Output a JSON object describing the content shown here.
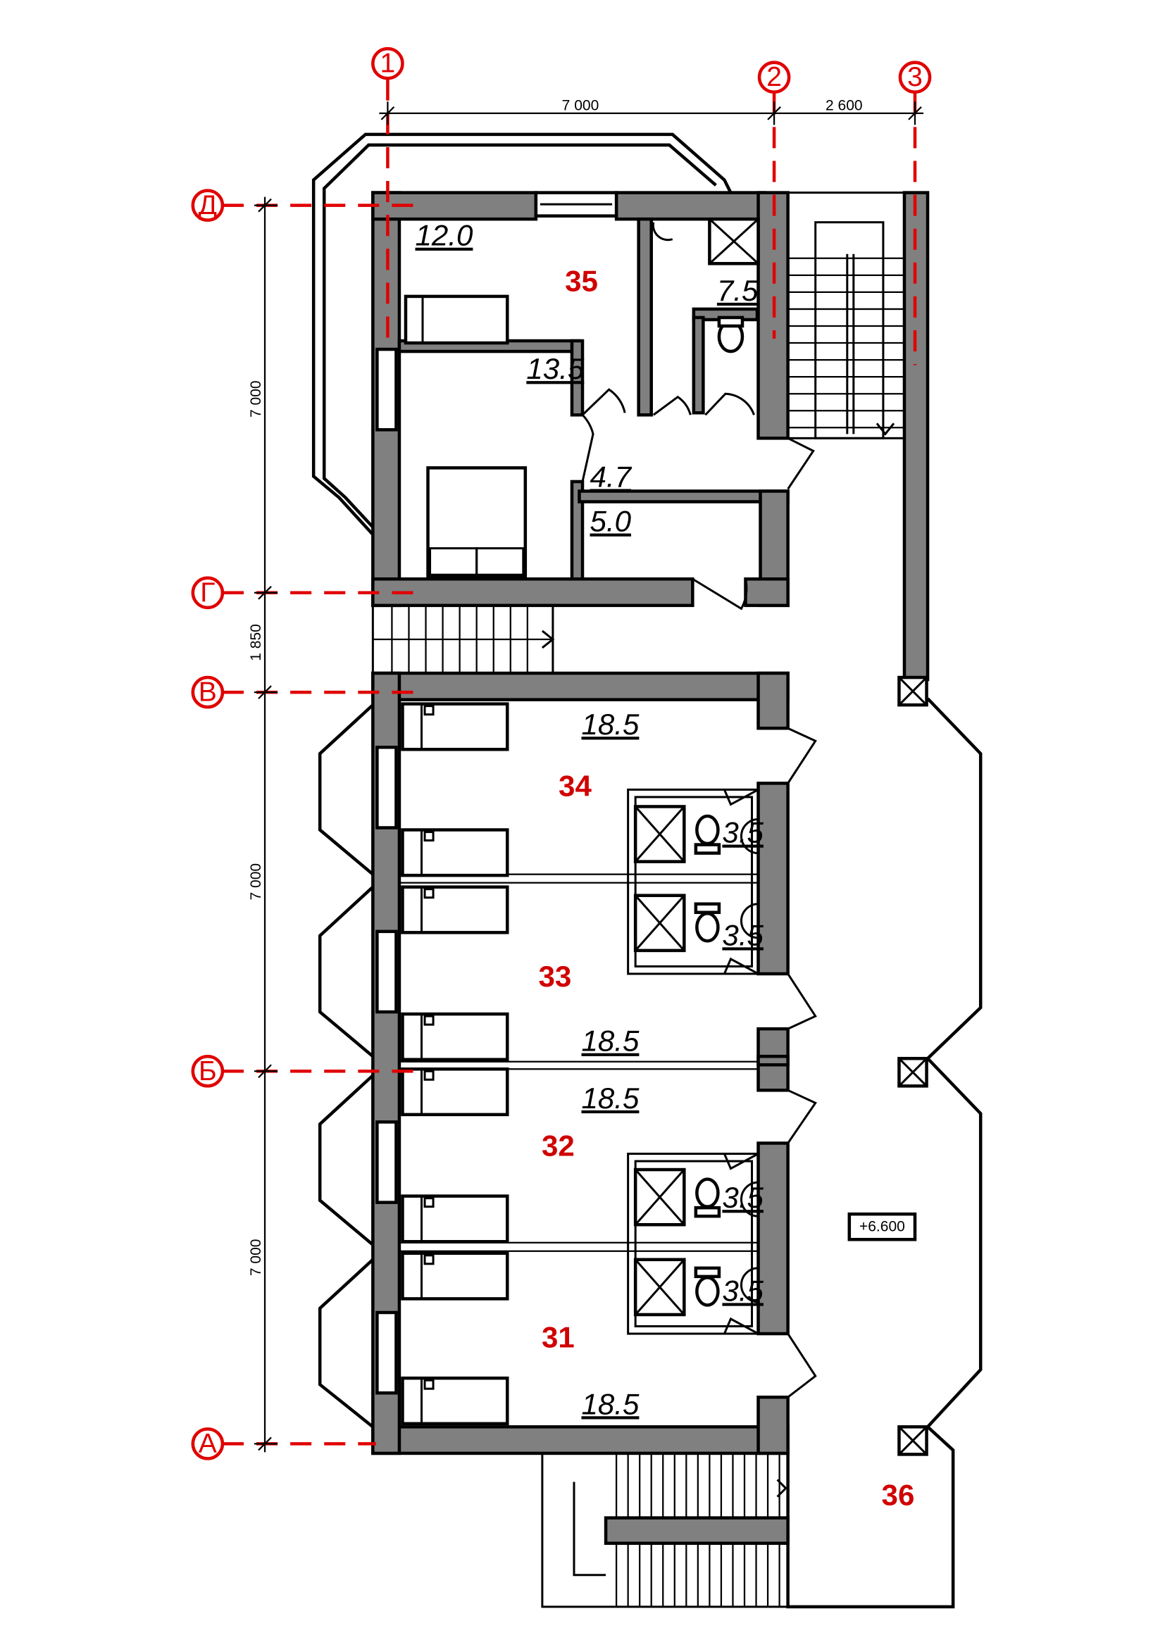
{
  "axes": {
    "vertical": [
      {
        "id": "ax-1",
        "label": "1"
      },
      {
        "id": "ax-2",
        "label": "2"
      },
      {
        "id": "ax-3",
        "label": "3"
      }
    ],
    "horizontal": [
      {
        "id": "ax-d",
        "label": "Д"
      },
      {
        "id": "ax-g",
        "label": "Г"
      },
      {
        "id": "ax-v",
        "label": "В"
      },
      {
        "id": "ax-b",
        "label": "Б"
      },
      {
        "id": "ax-a",
        "label": "А"
      }
    ]
  },
  "dimensions": {
    "top_1_2": "7 000",
    "top_2_3": "2 600",
    "left_d_g": "7 000",
    "left_g_v": "1 850",
    "left_v_b": "7 000",
    "left_b_a": "7 000"
  },
  "rooms": {
    "r35": "35",
    "r34": "34",
    "r33": "33",
    "r32": "32",
    "r31": "31",
    "r36": "36"
  },
  "areas": {
    "a35_bed": "12.0",
    "a35_bath": "7.5",
    "a35_bed2": "13.5",
    "a35_hall": "4.7",
    "a35_store": "5.0",
    "a34": "18.5",
    "a34_wc": "3.5",
    "a33_wc": "3.5",
    "a33": "18.5",
    "a32": "18.5",
    "a32_wc": "3.5",
    "a31_wc": "3.5",
    "a31": "18.5"
  },
  "elevation": "+6.600"
}
